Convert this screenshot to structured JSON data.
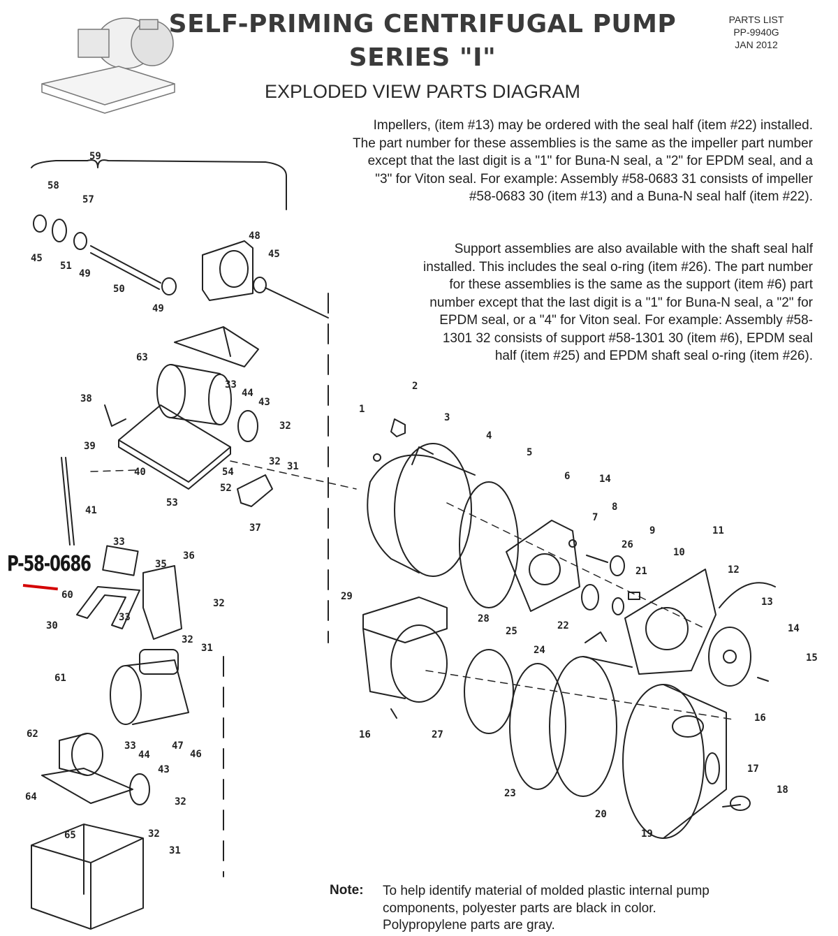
{
  "header": {
    "title_line1": "SELF-PRIMING CENTRIFUGAL PUMP",
    "title_line2": "SERIES \"I\"",
    "subtitle": "EXPLODED VIEW PARTS DIAGRAM",
    "doc_type": "PARTS LIST",
    "doc_number": "PP-9940G",
    "doc_date": "JAN 2012"
  },
  "paragraphs": [
    "Impellers, (item #13) may be ordered with the seal half (item #22) installed.  The part number for these assemblies is the same as the impeller part number except that the last digit is a \"1\" for Buna-N seal, a \"2\" for EPDM seal, and a \"3\" for Viton seal.  For example: Assembly #58-0683 31 consists of impeller #58-0683 30 (item #13) and a Buna-N seal half (item #22).",
    "Support assemblies are also available with the shaft seal half installed. This includes the seal o-ring (item #26).  The part number for these assemblies is the same as the support (item #6) part number except that the last digit is a \"1\" for Buna-N seal, a \"2\" for EPDM seal, or a \"4\" for Viton seal.  For example:  Assembly #58-1301 32 consists of support #58-1301 30 (item #6), EPDM seal half (item #25) and EPDM shaft seal o-ring (item #26)."
  ],
  "note": {
    "label": "Note:",
    "text": "To help identify material of molded plastic internal pump components, polyester parts are black in color.  Polypropylene parts are gray."
  },
  "highlight": {
    "part_label": "P-58-0686",
    "mark_color": "#d40000"
  },
  "callouts": [
    {
      "id": "59",
      "label": "59"
    },
    {
      "id": "58",
      "label": "58"
    },
    {
      "id": "57",
      "label": "57"
    },
    {
      "id": "45a",
      "label": "45"
    },
    {
      "id": "51",
      "label": "51"
    },
    {
      "id": "49a",
      "label": "49"
    },
    {
      "id": "50",
      "label": "50"
    },
    {
      "id": "49b",
      "label": "49"
    },
    {
      "id": "48",
      "label": "48"
    },
    {
      "id": "45b",
      "label": "45"
    },
    {
      "id": "63",
      "label": "63"
    },
    {
      "id": "38",
      "label": "38"
    },
    {
      "id": "33a",
      "label": "33"
    },
    {
      "id": "44a",
      "label": "44"
    },
    {
      "id": "43a",
      "label": "43"
    },
    {
      "id": "32a",
      "label": "32"
    },
    {
      "id": "39",
      "label": "39"
    },
    {
      "id": "32b",
      "label": "32"
    },
    {
      "id": "31a",
      "label": "31"
    },
    {
      "id": "40",
      "label": "40"
    },
    {
      "id": "54",
      "label": "54"
    },
    {
      "id": "52",
      "label": "52"
    },
    {
      "id": "41",
      "label": "41"
    },
    {
      "id": "53",
      "label": "53"
    },
    {
      "id": "37",
      "label": "37"
    },
    {
      "id": "33b",
      "label": "33"
    },
    {
      "id": "35",
      "label": "35"
    },
    {
      "id": "36",
      "label": "36"
    },
    {
      "id": "60",
      "label": "60"
    },
    {
      "id": "32c",
      "label": "32"
    },
    {
      "id": "30",
      "label": "30"
    },
    {
      "id": "33c",
      "label": "33"
    },
    {
      "id": "32d",
      "label": "32"
    },
    {
      "id": "31b",
      "label": "31"
    },
    {
      "id": "61",
      "label": "61"
    },
    {
      "id": "47",
      "label": "47"
    },
    {
      "id": "46",
      "label": "46"
    },
    {
      "id": "62",
      "label": "62"
    },
    {
      "id": "33d",
      "label": "33"
    },
    {
      "id": "44b",
      "label": "44"
    },
    {
      "id": "43b",
      "label": "43"
    },
    {
      "id": "32e",
      "label": "32"
    },
    {
      "id": "64",
      "label": "64"
    },
    {
      "id": "32f",
      "label": "32"
    },
    {
      "id": "31c",
      "label": "31"
    },
    {
      "id": "65",
      "label": "65"
    },
    {
      "id": "1",
      "label": "1"
    },
    {
      "id": "2",
      "label": "2"
    },
    {
      "id": "3",
      "label": "3"
    },
    {
      "id": "4",
      "label": "4"
    },
    {
      "id": "5",
      "label": "5"
    },
    {
      "id": "6",
      "label": "6"
    },
    {
      "id": "14a",
      "label": "14"
    },
    {
      "id": "7",
      "label": "7"
    },
    {
      "id": "8",
      "label": "8"
    },
    {
      "id": "26",
      "label": "26"
    },
    {
      "id": "9",
      "label": "9"
    },
    {
      "id": "10",
      "label": "10"
    },
    {
      "id": "11",
      "label": "11"
    },
    {
      "id": "12",
      "label": "12"
    },
    {
      "id": "21",
      "label": "21"
    },
    {
      "id": "13",
      "label": "13"
    },
    {
      "id": "29",
      "label": "29"
    },
    {
      "id": "28",
      "label": "28"
    },
    {
      "id": "22",
      "label": "22"
    },
    {
      "id": "25",
      "label": "25"
    },
    {
      "id": "24",
      "label": "24"
    },
    {
      "id": "14b",
      "label": "14"
    },
    {
      "id": "15",
      "label": "15"
    },
    {
      "id": "16a",
      "label": "16"
    },
    {
      "id": "16b",
      "label": "16"
    },
    {
      "id": "27",
      "label": "27"
    },
    {
      "id": "23",
      "label": "23"
    },
    {
      "id": "20",
      "label": "20"
    },
    {
      "id": "17",
      "label": "17"
    },
    {
      "id": "18",
      "label": "18"
    },
    {
      "id": "19",
      "label": "19"
    }
  ]
}
